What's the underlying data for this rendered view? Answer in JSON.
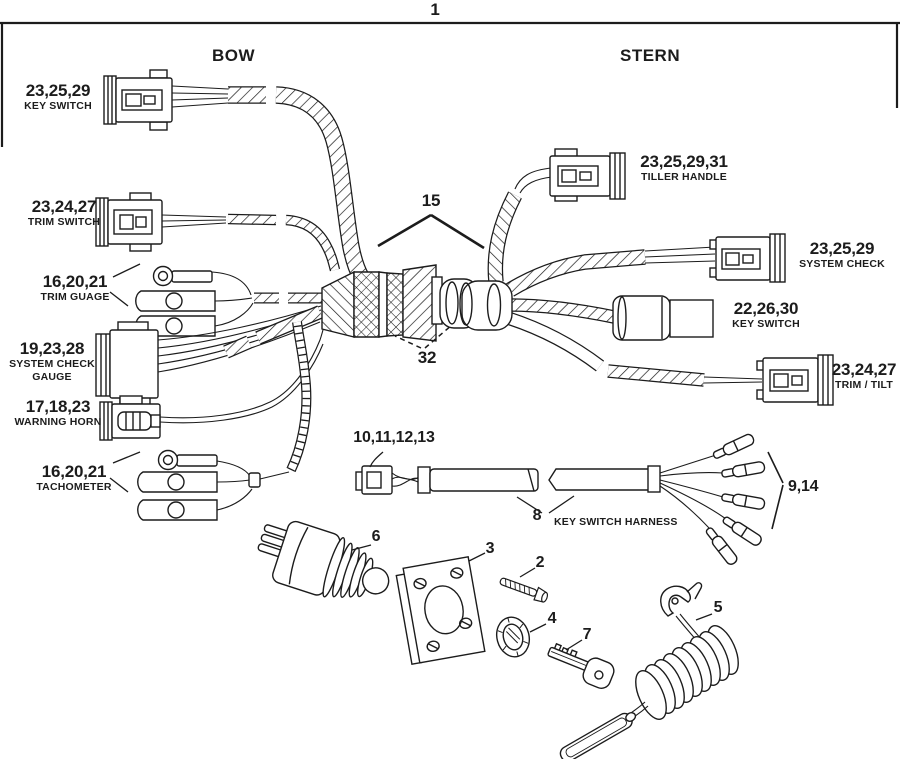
{
  "figure": {
    "assembly_ref": "1",
    "bow_label": "BOW",
    "stern_label": "STERN"
  },
  "callouts": {
    "key_switch_bow": {
      "ref": "23,25,29",
      "label": "KEY SWITCH"
    },
    "trim_switch": {
      "ref": "23,24,27",
      "label": "TRIM SWITCH"
    },
    "trim_gauge": {
      "ref": "16,20,21",
      "label": "TRIM GUAGE"
    },
    "system_check_gauge": {
      "ref": "19,23,28",
      "label": "SYSTEM CHECK",
      "label_line2": "GAUGE"
    },
    "warning_horn": {
      "ref": "17,18,23",
      "label": "WARNING HORN"
    },
    "tachometer": {
      "ref": "16,20,21",
      "label": "TACHOMETER"
    },
    "tiller_handle": {
      "ref": "23,25,29,31",
      "label": "TILLER HANDLE"
    },
    "system_check": {
      "ref": "23,25,29",
      "label": "SYSTEM CHECK"
    },
    "key_switch_stern": {
      "ref": "22,26,30",
      "label": "KEY SWITCH"
    },
    "trim_tilt": {
      "ref": "23,24,27",
      "label": "TRIM / TILT"
    },
    "harness_assembly": {
      "ref": "15"
    },
    "sleeve": {
      "ref": "32"
    },
    "connector_plug": {
      "ref": "10,11,12,13"
    },
    "key_switch_harness": {
      "ref": "8",
      "label": "KEY SWITCH HARNESS"
    },
    "bullet_terminals": {
      "ref": "9,14"
    },
    "key_switch_assy": {
      "ref": "6"
    },
    "mounting_plate": {
      "ref": "3"
    },
    "screw": {
      "ref": "2"
    },
    "nut": {
      "ref": "4"
    },
    "key": {
      "ref": "7"
    },
    "safety_lanyard": {
      "ref": "5"
    }
  },
  "colors": {
    "line": "#1c1c1c",
    "background": "#ffffff"
  }
}
